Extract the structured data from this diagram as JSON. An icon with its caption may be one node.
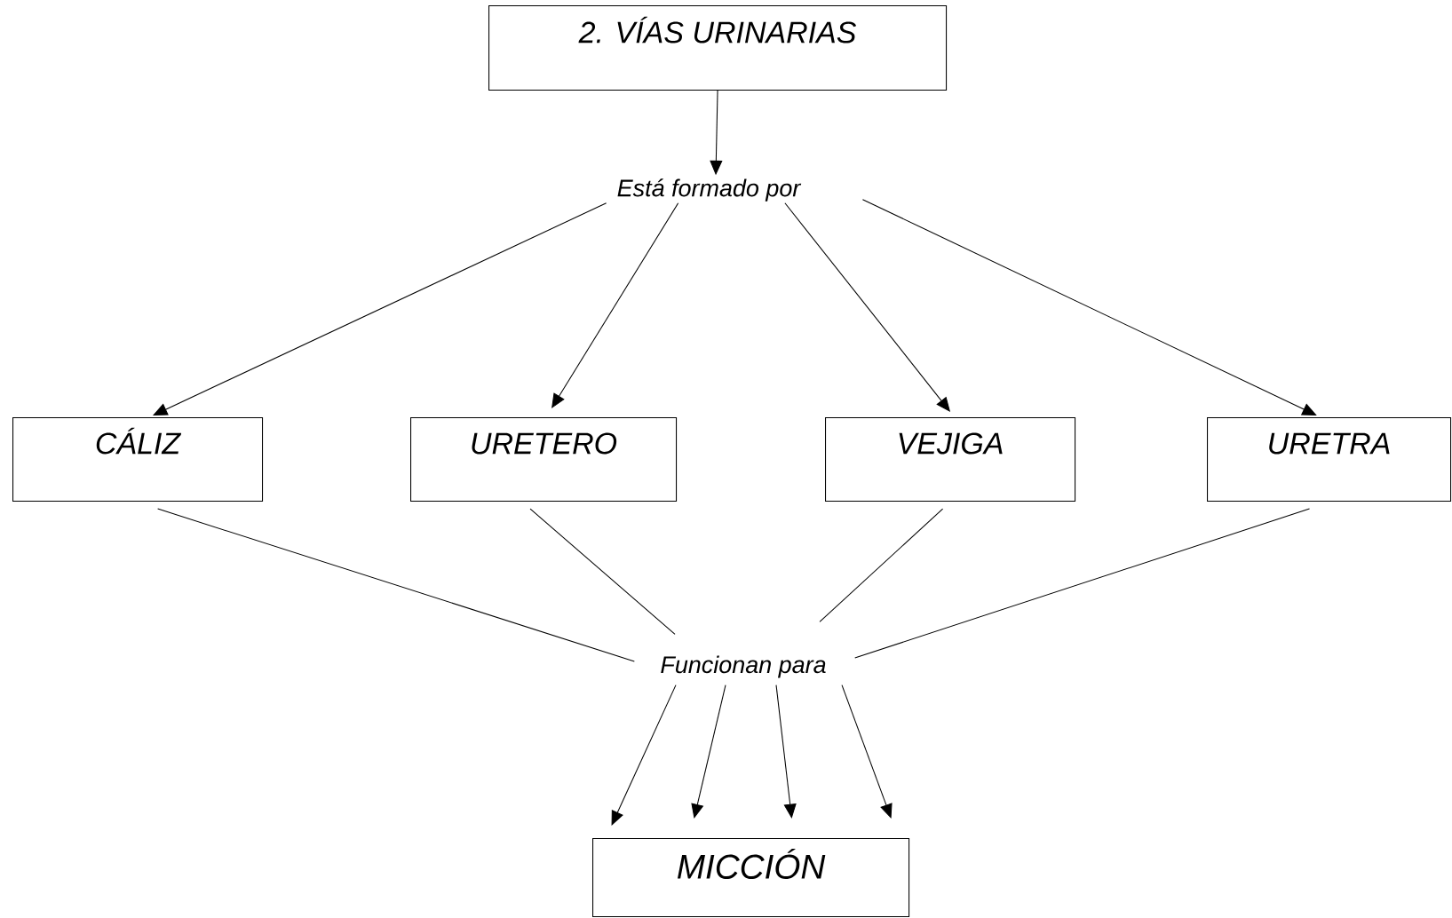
{
  "diagram": {
    "nodes": [
      {
        "text": [
          "2. VÍAS URINARIAS"
        ]
      },
      {
        "text": [
          "Está formado por"
        ]
      },
      {
        "text": [
          "CÁLIZ"
        ]
      },
      {
        "text": [
          "URETERO"
        ]
      },
      {
        "text": [
          "VEJIGA"
        ]
      },
      {
        "text": [
          "URETRA"
        ]
      },
      {
        "text": [
          "Funcionan para"
        ]
      },
      {
        "text": [
          "MICCIÓN"
        ]
      }
    ],
    "edges": [
      {
        "from": 0,
        "to": 1,
        "arrow": "to"
      },
      {
        "from": 1,
        "to": 2,
        "arrow": "to"
      },
      {
        "from": 1,
        "to": 3,
        "arrow": "to"
      },
      {
        "from": 1,
        "to": 4,
        "arrow": "to"
      },
      {
        "from": 1,
        "to": 5,
        "arrow": "to"
      },
      {
        "from": 2,
        "to": 6,
        "arrow": "none"
      },
      {
        "from": 3,
        "to": 6,
        "arrow": "none"
      },
      {
        "from": 4,
        "to": 6,
        "arrow": "none"
      },
      {
        "from": 5,
        "to": 6,
        "arrow": "none"
      },
      {
        "from": 6,
        "to": 7,
        "arrow": "to"
      },
      {
        "from": 6,
        "to": 7,
        "arrow": "to"
      },
      {
        "from": 6,
        "to": 7,
        "arrow": "to"
      },
      {
        "from": 6,
        "to": 7,
        "arrow": "to"
      }
    ]
  }
}
